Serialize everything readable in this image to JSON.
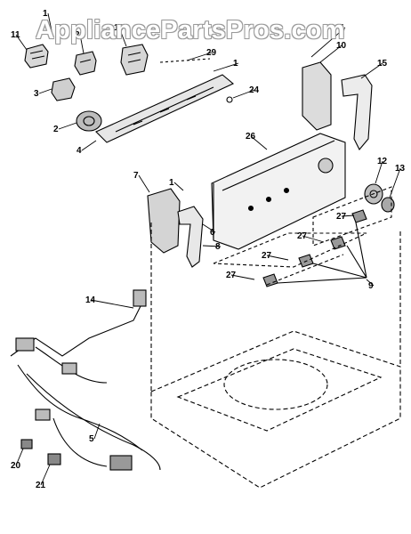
{
  "watermark": "AppliancePartsPros.com",
  "callouts": [
    {
      "id": "c1a",
      "label": "1"
    },
    {
      "id": "c11",
      "label": "11"
    },
    {
      "id": "c22",
      "label": "22"
    },
    {
      "id": "c19",
      "label": "19"
    },
    {
      "id": "c29",
      "label": "29"
    },
    {
      "id": "c1b",
      "label": "1"
    },
    {
      "id": "c1c",
      "label": "1"
    },
    {
      "id": "c10",
      "label": "10"
    },
    {
      "id": "c15",
      "label": "15"
    },
    {
      "id": "c3",
      "label": "3"
    },
    {
      "id": "c24",
      "label": "24"
    },
    {
      "id": "c2",
      "label": "2"
    },
    {
      "id": "c4",
      "label": "4"
    },
    {
      "id": "c26",
      "label": "26"
    },
    {
      "id": "c12",
      "label": "12"
    },
    {
      "id": "c13",
      "label": "13"
    },
    {
      "id": "c7",
      "label": "7"
    },
    {
      "id": "c1d",
      "label": "1"
    },
    {
      "id": "c6",
      "label": "6"
    },
    {
      "id": "c27a",
      "label": "27"
    },
    {
      "id": "c27b",
      "label": "27"
    },
    {
      "id": "c8",
      "label": "8"
    },
    {
      "id": "c27c",
      "label": "27"
    },
    {
      "id": "c27d",
      "label": "27"
    },
    {
      "id": "c9",
      "label": "9"
    },
    {
      "id": "c14",
      "label": "14"
    },
    {
      "id": "c5",
      "label": "5"
    },
    {
      "id": "c20",
      "label": "20"
    },
    {
      "id": "c21",
      "label": "21"
    }
  ]
}
